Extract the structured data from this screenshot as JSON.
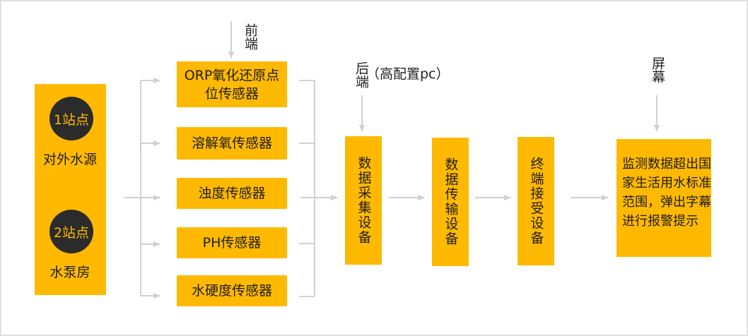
{
  "colors": {
    "box_fill": "#ffb900",
    "circle_fill": "#2b2b2b",
    "connector": "#d0d0d0",
    "text": "#1e1e1e"
  },
  "stations": [
    {
      "badge": "1站点",
      "label": "对外水源"
    },
    {
      "badge": "2站点",
      "label": "水泵房"
    }
  ],
  "labels": {
    "front_end": "前端",
    "back_end": "后端",
    "back_end_note": "（高配置pc）",
    "screen": "屏幕"
  },
  "sensors": [
    {
      "label": "ORP氧化还原点位传感器"
    },
    {
      "label": "溶解氧传感器"
    },
    {
      "label": "浊度传感器"
    },
    {
      "label": "PH传感器"
    },
    {
      "label": "水硬度传感器"
    }
  ],
  "devices": [
    {
      "label": "数据采集设备"
    },
    {
      "label": "数据传输设备"
    },
    {
      "label": "终端接受设备"
    }
  ],
  "alert": {
    "text": "监测数据超出国家生活用水标准范围，弹出字幕进行报警提示"
  }
}
